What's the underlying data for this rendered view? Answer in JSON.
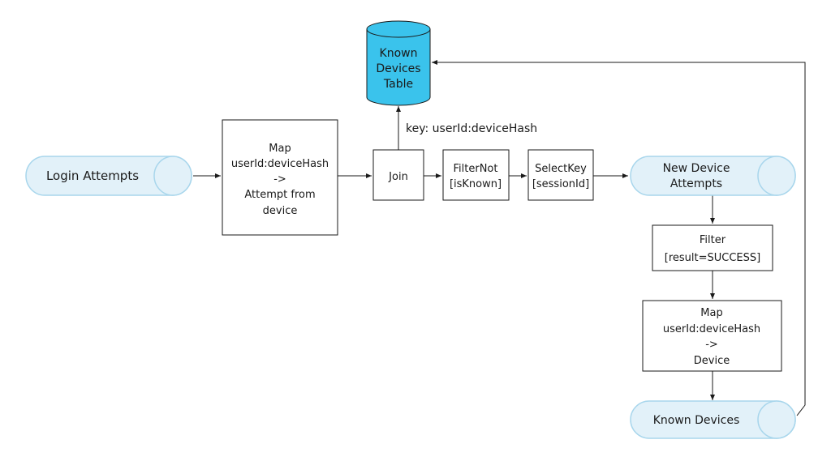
{
  "colors": {
    "stream_fill": "#e2f1f9",
    "stream_stroke": "#a8d6ec",
    "table_fill": "#3ac3ec",
    "table_stroke": "#1a1a1a",
    "line": "#1a1a1a",
    "text": "#1a1a1a"
  },
  "streams": {
    "login_attempts": "Login Attempts",
    "new_device_attempts": [
      "New Device",
      "Attempts"
    ],
    "known_devices": "Known Devices"
  },
  "table": {
    "label": [
      "Known",
      "Devices",
      "Table"
    ]
  },
  "processors": {
    "map_attempt": [
      "Map",
      "userId:deviceHash",
      "->",
      "Attempt from",
      "device"
    ],
    "join": "Join",
    "filter_not": [
      "FilterNot",
      "[isKnown]"
    ],
    "select_key": [
      "SelectKey",
      "[sessionId]"
    ],
    "filter_success": [
      "Filter",
      "[result=SUCCESS]"
    ],
    "map_device": [
      "Map",
      "userId:deviceHash",
      "->",
      "Device"
    ]
  },
  "edge_labels": {
    "join_to_table": "key: userId:deviceHash"
  }
}
